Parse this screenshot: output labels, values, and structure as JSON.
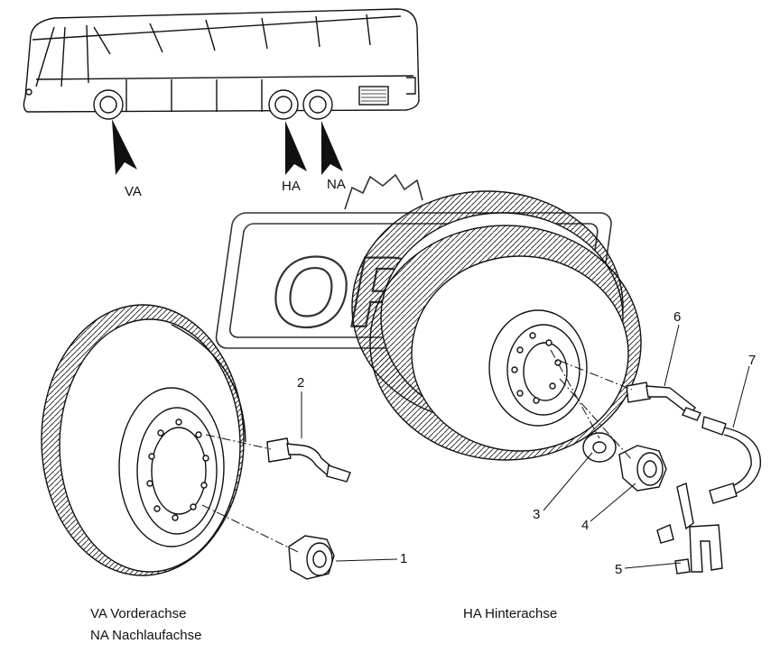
{
  "axle_markers": {
    "front": "VA",
    "rear": "HA",
    "trailing": "NA"
  },
  "callouts": [
    "1",
    "2",
    "3",
    "4",
    "5",
    "6",
    "7"
  ],
  "legend": {
    "front_axle": "VA Vorderachse",
    "trailing_axle": "NA Nachlaufachse",
    "rear_axle": "HA Hinterachse"
  },
  "watermark": "OPEX",
  "colors": {
    "line": "#111111",
    "watermark": "#333333",
    "background": "#ffffff"
  }
}
